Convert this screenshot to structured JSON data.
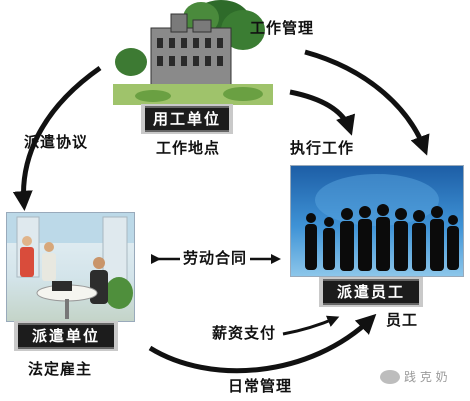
{
  "nodes": {
    "employer": {
      "box_label": "用工单位",
      "sub_label": "工作地点"
    },
    "agency": {
      "box_label": "派遣单位",
      "sub_label": "法定雇主"
    },
    "employee": {
      "box_label": "派遣员工",
      "sub_label": "员工"
    }
  },
  "edges": {
    "work_management": "工作管理",
    "dispatch_agreement": "派遣协议",
    "execute_work": "执行工作",
    "labor_contract": "劳动合同",
    "salary_payment": "薪资支付",
    "daily_management": "日常管理"
  },
  "watermark": {
    "text": "践 克 奶"
  },
  "colors": {
    "arrow": "#111111",
    "sky_blue": "#2f7fc8",
    "dark_box": "#1c1c1c"
  }
}
